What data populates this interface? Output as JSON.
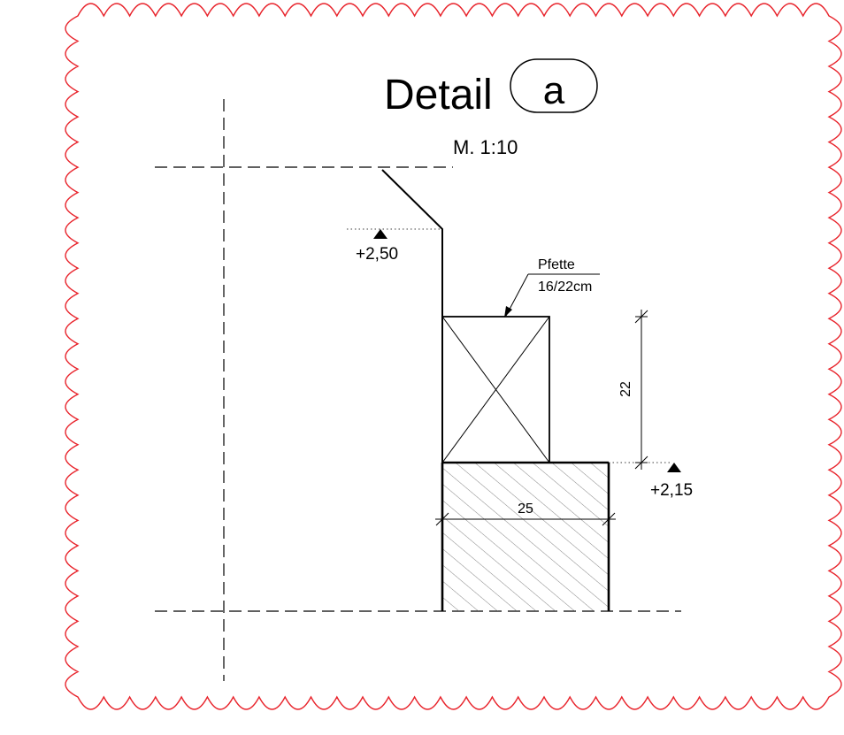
{
  "title": {
    "text": "Detail",
    "marker": "a",
    "scale": "M. 1:10"
  },
  "levels": [
    {
      "label": "+2,50",
      "value": 2.5
    },
    {
      "label": "+2,15",
      "value": 2.15
    }
  ],
  "beam_label": {
    "name": "Pfette",
    "size": "16/22cm"
  },
  "dimensions": {
    "height": "22",
    "width": "25"
  },
  "colors": {
    "cloud": "#e8232b",
    "lines": "#000000",
    "hatch": "#555555"
  }
}
